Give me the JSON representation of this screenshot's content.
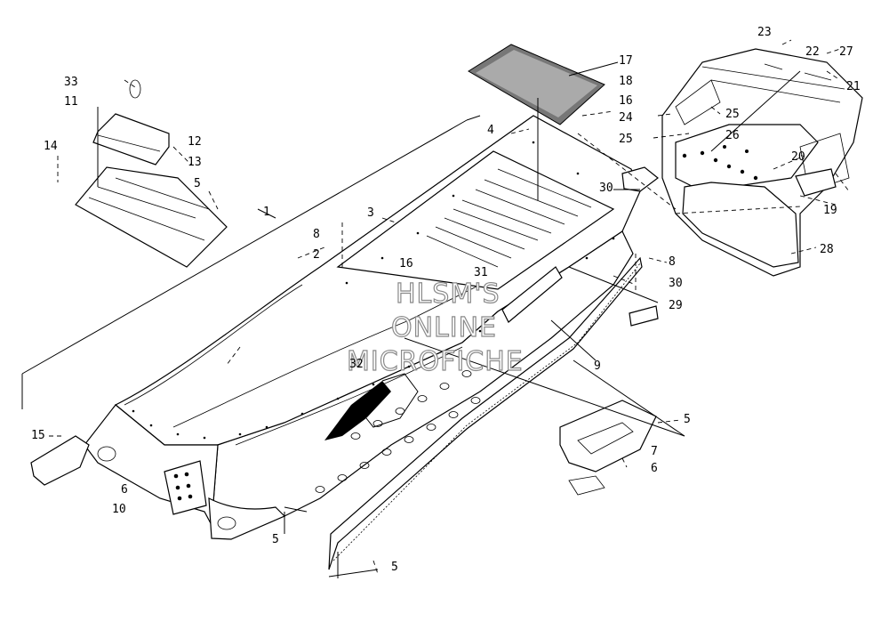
{
  "watermark": [
    "HLSM'S",
    "ONLINE",
    "MICROFICHE"
  ],
  "callouts": {
    "c1": "1",
    "c2": "2",
    "c3": "3",
    "c4": "4",
    "c5a": "5",
    "c5b": "5",
    "c5c": "5",
    "c5d": "5",
    "c6a": "6",
    "c6b": "6",
    "c7": "7",
    "c8a": "8",
    "c8b": "8",
    "c9": "9",
    "c10": "10",
    "c11": "11",
    "c12": "12",
    "c13": "13",
    "c14": "14",
    "c15": "15",
    "c16a": "16",
    "c16b": "16",
    "c17": "17",
    "c18": "18",
    "c19": "19",
    "c20": "20",
    "c21": "21",
    "c22": "22",
    "c23": "23",
    "c24": "24",
    "c25a": "25",
    "c25b": "25",
    "c26": "26",
    "c27": "27",
    "c28": "28",
    "c29": "29",
    "c30a": "30",
    "c30b": "30",
    "c31": "31",
    "c32": "32",
    "c33": "33"
  }
}
